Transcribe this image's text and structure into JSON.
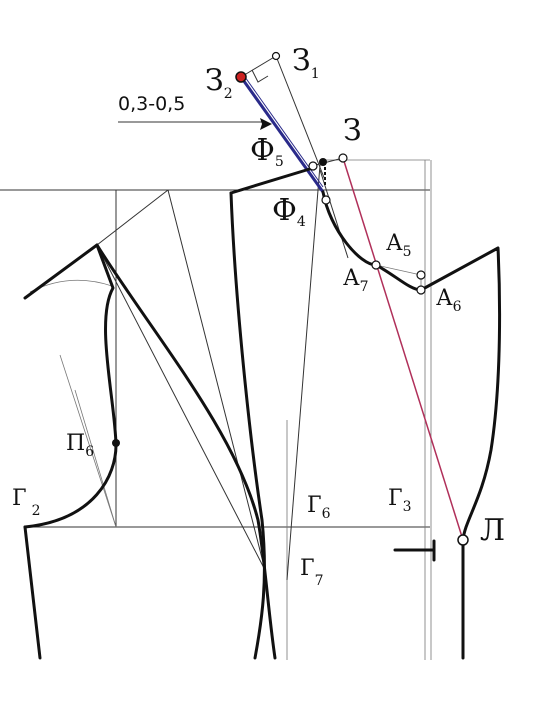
{
  "labels": {
    "z1": {
      "base": "З",
      "sub": "1"
    },
    "z2": {
      "base": "З",
      "sub": "2"
    },
    "z": {
      "base": "З",
      "sub": ""
    },
    "f5": {
      "base": "Ф",
      "sub": "5"
    },
    "f4": {
      "base": "Ф",
      "sub": "4"
    },
    "a5": {
      "base": "А",
      "sub": "5"
    },
    "a7": {
      "base": "А",
      "sub": "7"
    },
    "a6": {
      "base": "А",
      "sub": "6"
    },
    "p6": {
      "base": "П",
      "sub": "6"
    },
    "g2": {
      "base": "Г",
      "sub": "2"
    },
    "g6": {
      "base": "Г",
      "sub": "6"
    },
    "g3": {
      "base": "Г",
      "sub": "3"
    },
    "g7": {
      "base": "Г",
      "sub": "7"
    },
    "l": {
      "base": "Л",
      "sub": ""
    }
  },
  "dimension": "0,3-0,5",
  "colors": {
    "line": "#111111",
    "blue_line": "#2a2a8a",
    "red_line": "#b0305a",
    "red_point": "#cc2222"
  }
}
